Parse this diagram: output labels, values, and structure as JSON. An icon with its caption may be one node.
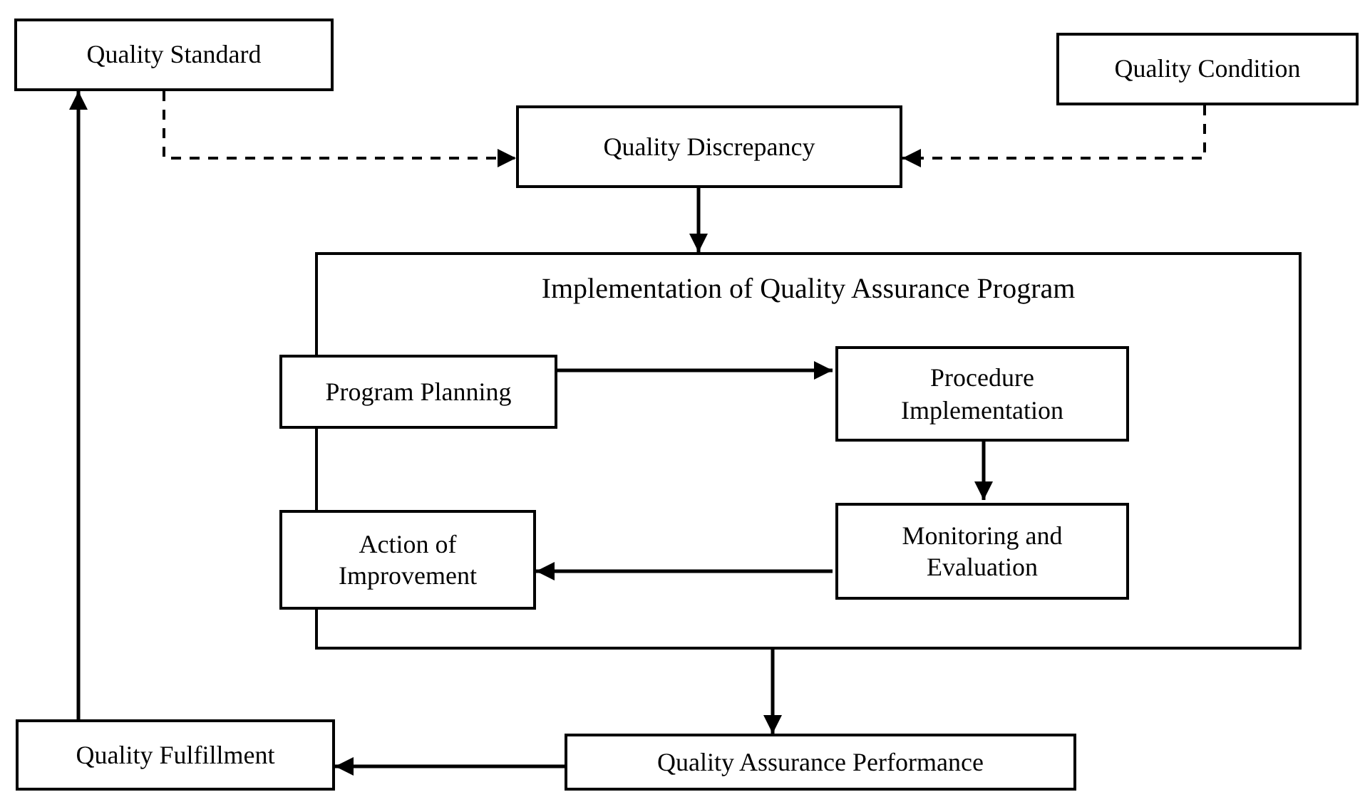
{
  "diagram": {
    "nodes": [
      {
        "text": [
          "Quality Standard"
        ]
      },
      {
        "text": [
          "Quality Condition"
        ]
      },
      {
        "text": [
          "Quality Discrepancy"
        ]
      },
      {
        "text": [
          "Implementation of Quality Assurance Program"
        ]
      },
      {
        "text": [
          "Program Planning"
        ]
      },
      {
        "text": [
          "Procedure Implementation"
        ],
        "in": 3
      },
      {
        "text": [
          "Action of Improvement"
        ]
      },
      {
        "text": [
          "Monitoring and Evaluation"
        ],
        "in": 3
      },
      {
        "text": [
          "Quality Assurance Performance"
        ]
      },
      {
        "text": [
          "Quality Fulfillment"
        ]
      }
    ],
    "edges": [
      {
        "from": 0,
        "to": 2,
        "arrow": "to",
        "style": "dashed"
      },
      {
        "from": 1,
        "to": 2,
        "arrow": "to",
        "style": "dashed"
      },
      {
        "from": 2,
        "to": 3,
        "arrow": "to"
      },
      {
        "from": 4,
        "to": 5,
        "arrow": "to"
      },
      {
        "from": 5,
        "to": 7,
        "arrow": "to"
      },
      {
        "from": 7,
        "to": 6,
        "arrow": "to"
      },
      {
        "from": 3,
        "to": 8,
        "arrow": "to"
      },
      {
        "from": 8,
        "to": 9,
        "arrow": "to"
      },
      {
        "from": 9,
        "to": 0,
        "arrow": "to"
      }
    ]
  }
}
